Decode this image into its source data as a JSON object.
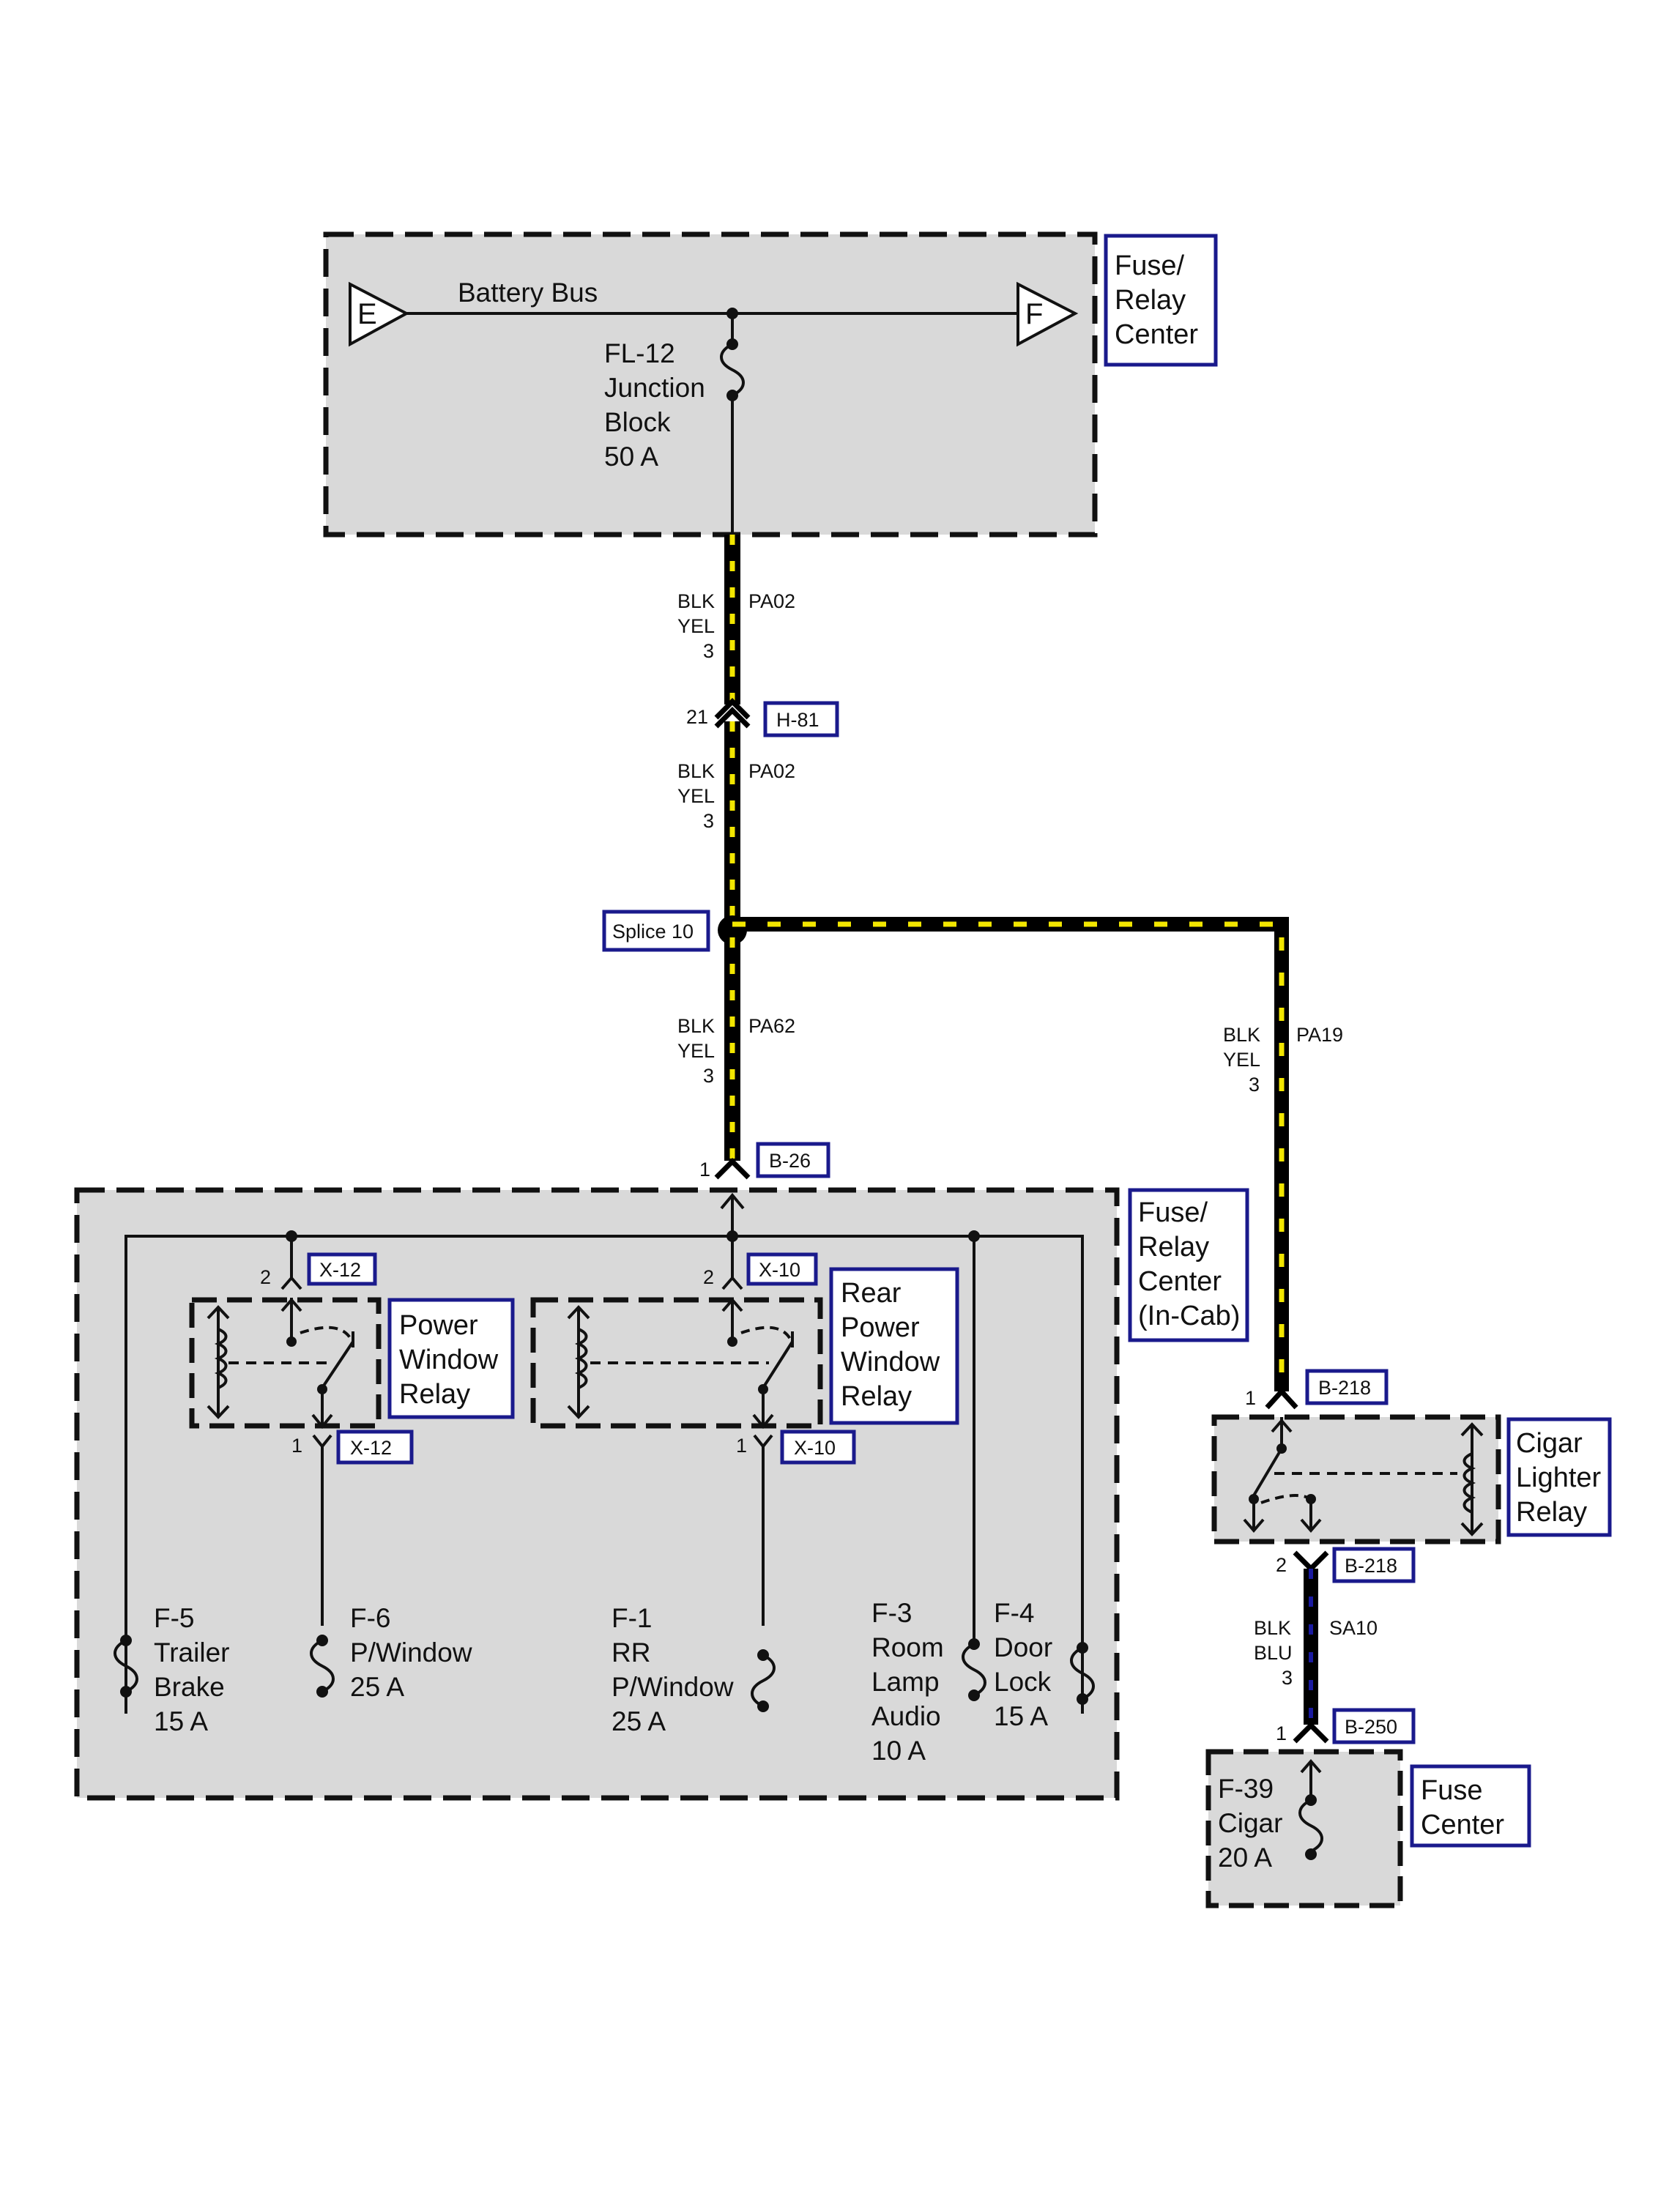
{
  "colors": {
    "panel_fill": "#d9d9d9",
    "line": "#111111",
    "tag_border": "#1a1a8c",
    "harness_black": "#000000",
    "stripe_yellow": "#f2e600",
    "stripe_blue": "#1a1aa0"
  },
  "top_panel": {
    "label": [
      "Fuse/",
      "Relay",
      "Center"
    ],
    "bus_label": "Battery Bus",
    "left_connector": "E",
    "right_connector": "F",
    "fuse_label": [
      "FL-12",
      "Junction",
      "Block",
      "50 A"
    ]
  },
  "wires": {
    "w1": {
      "color1": "BLK",
      "color2": "YEL",
      "size": "3",
      "circuit": "PA02"
    },
    "w2": {
      "color1": "BLK",
      "color2": "YEL",
      "size": "3",
      "circuit": "PA02"
    },
    "w3": {
      "color1": "BLK",
      "color2": "YEL",
      "size": "3",
      "circuit": "PA62"
    },
    "w4": {
      "color1": "BLK",
      "color2": "YEL",
      "size": "3",
      "circuit": "PA19"
    },
    "w5": {
      "color1": "BLK",
      "color2": "BLU",
      "size": "3",
      "circuit": "SA10"
    }
  },
  "connectors": {
    "h81": {
      "id": "H-81",
      "pin": "21"
    },
    "b26": {
      "id": "B-26",
      "pin": "1"
    },
    "x12_top": {
      "id": "X-12",
      "pin": "2"
    },
    "x12_bot": {
      "id": "X-12",
      "pin": "1"
    },
    "x10_top": {
      "id": "X-10",
      "pin": "2"
    },
    "x10_bot": {
      "id": "X-10",
      "pin": "1"
    },
    "b218_top": {
      "id": "B-218",
      "pin": "1"
    },
    "b218_bot": {
      "id": "B-218",
      "pin": "2"
    },
    "b250": {
      "id": "B-250",
      "pin": "1"
    }
  },
  "splice": {
    "label": "Splice 10"
  },
  "cab_panel": {
    "label": [
      "Fuse/",
      "Relay",
      "Center",
      "(In-Cab)"
    ],
    "relay1": [
      "Power",
      "Window",
      "Relay"
    ],
    "relay2": [
      "Rear",
      "Power",
      "Window",
      "Relay"
    ],
    "fuses": {
      "f5": [
        "F-5",
        "Trailer",
        "Brake",
        "15 A"
      ],
      "f6": [
        "F-6",
        "P/Window",
        "25 A"
      ],
      "f1": [
        "F-1",
        "RR",
        "P/Window",
        "25 A"
      ],
      "f3": [
        "F-3",
        "Room",
        "Lamp",
        "Audio",
        "10 A"
      ],
      "f4": [
        "F-4",
        "Door",
        "Lock",
        "15 A"
      ]
    }
  },
  "cigar_relay": {
    "label": [
      "Cigar",
      "Lighter",
      "Relay"
    ]
  },
  "fuse_center": {
    "label": [
      "Fuse",
      "Center"
    ],
    "fuse": [
      "F-39",
      "Cigar",
      "20 A"
    ]
  }
}
